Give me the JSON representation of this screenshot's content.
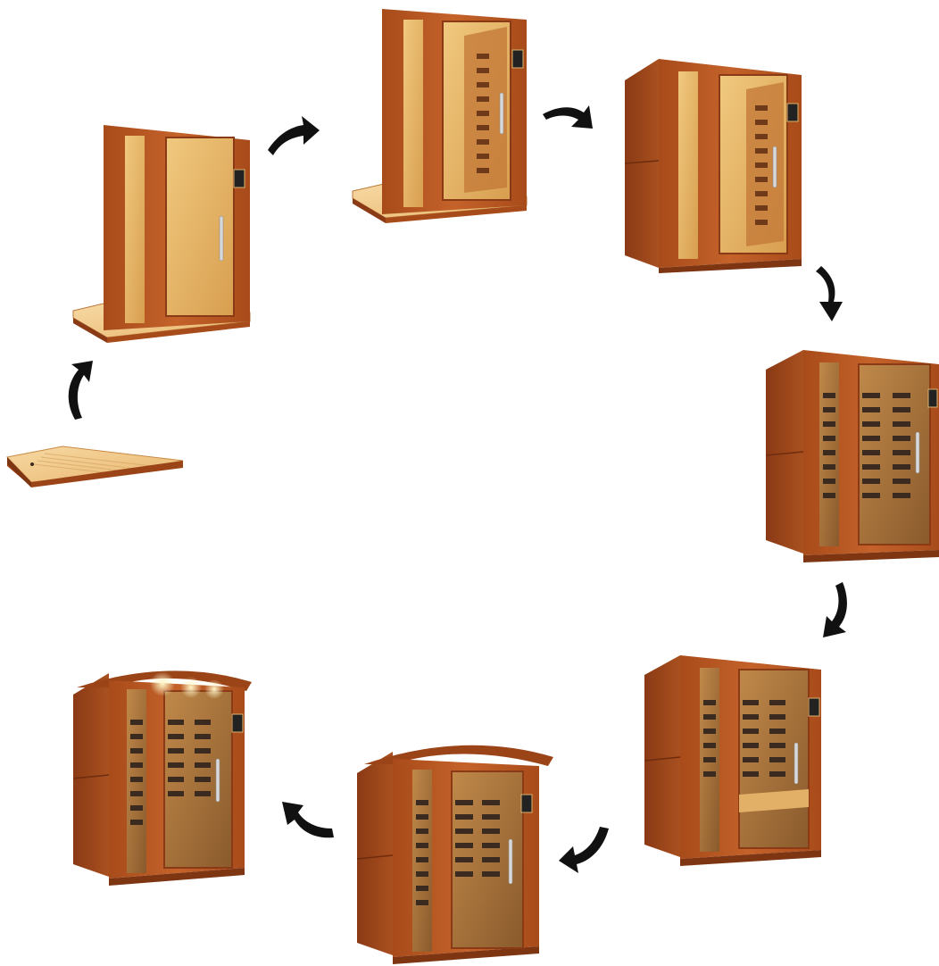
{
  "diagram": {
    "type": "assembly-sequence",
    "background": "#ffffff",
    "colors": {
      "wood_dark": "#8a3a15",
      "wood_mid": "#b5561f",
      "wood_light": "#c96a2e",
      "glass": "#e6b868",
      "glass_dark": "#9b6a3b",
      "floor": "#f2c98a",
      "heater": "#4a3a2e",
      "arrow": "#111111"
    },
    "steps": [
      {
        "id": 1,
        "stage": "floor-base",
        "icon": "sauna-floor-icon"
      },
      {
        "id": 2,
        "stage": "front-panel-on-floor",
        "icon": "sauna-front-panel-icon"
      },
      {
        "id": 3,
        "stage": "front-panel-with-back-wall",
        "icon": "sauna-front-back-icon"
      },
      {
        "id": 4,
        "stage": "side-walls-added",
        "icon": "sauna-side-walls-icon"
      },
      {
        "id": 5,
        "stage": "interior-heaters-visible",
        "icon": "sauna-heaters-icon"
      },
      {
        "id": 6,
        "stage": "bench-installed",
        "icon": "sauna-bench-icon"
      },
      {
        "id": 7,
        "stage": "roof-added",
        "icon": "sauna-roof-icon"
      },
      {
        "id": 8,
        "stage": "completed-with-lights",
        "icon": "sauna-complete-icon"
      }
    ],
    "arrows": [
      {
        "from": 1,
        "to": 2,
        "icon": "curved-arrow-icon"
      },
      {
        "from": 2,
        "to": 3,
        "icon": "curved-arrow-icon"
      },
      {
        "from": 3,
        "to": 4,
        "icon": "curved-arrow-icon"
      },
      {
        "from": 4,
        "to": 5,
        "icon": "curved-arrow-icon"
      },
      {
        "from": 5,
        "to": 6,
        "icon": "curved-arrow-icon"
      },
      {
        "from": 6,
        "to": 7,
        "icon": "curved-arrow-icon"
      },
      {
        "from": 7,
        "to": 8,
        "icon": "curved-arrow-icon"
      }
    ]
  }
}
